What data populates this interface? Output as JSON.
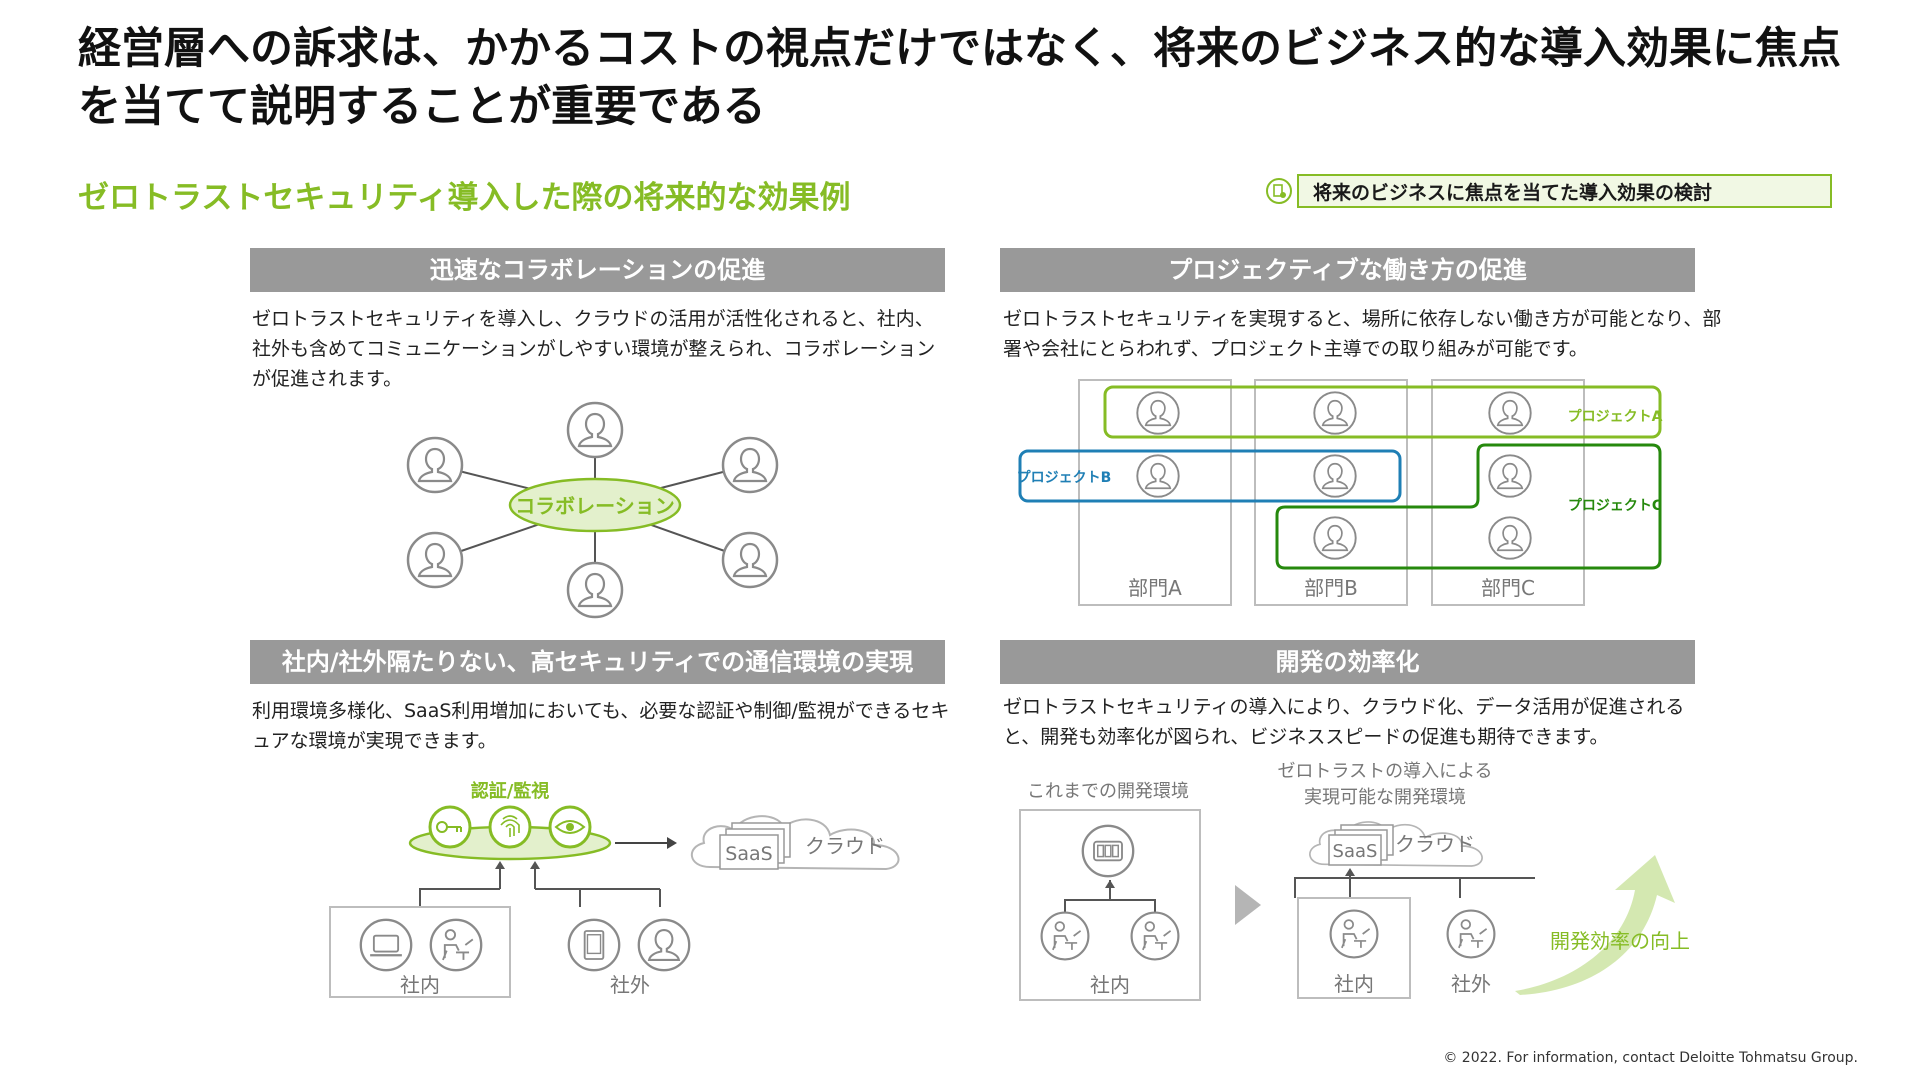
{
  "title": "経営層への訴求は、かかるコストの視点だけではなく、将来のビジネス的な導入効果に焦点を当てて説明することが重要である",
  "subtitle": "ゼロトラストセキュリティ導入した際の将来的な効果例",
  "legend": {
    "label": "将来のビジネスに焦点を当てた導入効果の検討",
    "icon": "document-check-icon"
  },
  "sections": {
    "collab": {
      "heading": "迅速なコラボレーションの促進",
      "description": "ゼロトラストセキュリティを導入し、クラウドの活用が活性化されると、社内、社外も含めてコミュニケーションがしやすい環境が整えられ、コラボレーションが促進されます。",
      "center_label": "コラボレーション"
    },
    "project": {
      "heading": "プロジェクティブな働き方の促進",
      "description": "ゼロトラストセキュリティを実現すると、場所に依存しない働き方が可能となり、部署や会社にとらわれず、プロジェクト主導での取り組みが可能です。",
      "departments": [
        "部門A",
        "部門B",
        "部門C"
      ],
      "projects": {
        "a": "プロジェクトA",
        "b": "プロジェクトB",
        "c": "プロジェクトC"
      },
      "colors": {
        "a": "#86bc25",
        "b": "#1f7fb5",
        "c": "#26890d"
      }
    },
    "network": {
      "heading": "社内/社外隔たりない、高セキュリティでの通信環境の実現",
      "description": "利用環境多様化、SaaS利用増加においても、必要な認証や制御/監視ができるセキュアな環境が実現できます。",
      "auth_label": "認証/監視",
      "saas": "SaaS",
      "cloud": "クラウド",
      "inside": "社内",
      "outside": "社外"
    },
    "dev": {
      "heading": "開発の効率化",
      "description": "ゼロトラストセキュリティの導入により、クラウド化、データ活用が促進されると、開発も効率化が図られ、ビジネススピードの促進も期待できます。",
      "before_label": "これまでの開発環境",
      "after_label_1": "ゼロトラストの導入による",
      "after_label_2": "実現可能な開発環境",
      "saas": "SaaS",
      "cloud": "クラウド",
      "inside": "社内",
      "outside": "社外",
      "improvement": "開発効率の向上"
    }
  },
  "footer": "© 2022. For information, contact Deloitte Tohmatsu Group.",
  "colors": {
    "green": "#86bc25",
    "gray": "#999999",
    "icon_gray": "#8a8a8a"
  }
}
